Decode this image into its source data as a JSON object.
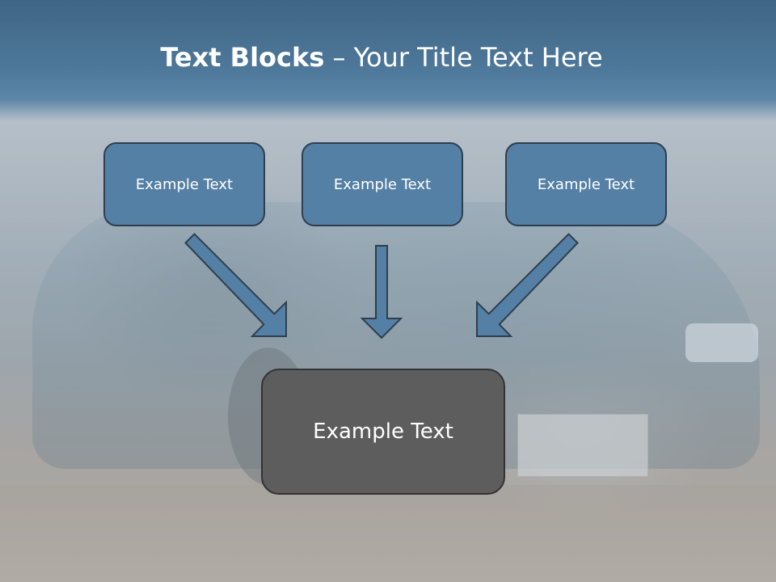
{
  "slide": {
    "title_bold": "Text Blocks",
    "title_rest": " – Your Title Text Here"
  },
  "blocks": [
    {
      "text": "Example Text"
    },
    {
      "text": "Example Text"
    },
    {
      "text": "Example Text"
    }
  ],
  "target": {
    "text": "Example Text"
  },
  "colors": {
    "title_bar": "#4a7396",
    "block_fill": "#5580a5",
    "block_border": "#2e3e4e",
    "arrow_fill": "#5580a5",
    "target_fill": "#5d5d5d"
  }
}
